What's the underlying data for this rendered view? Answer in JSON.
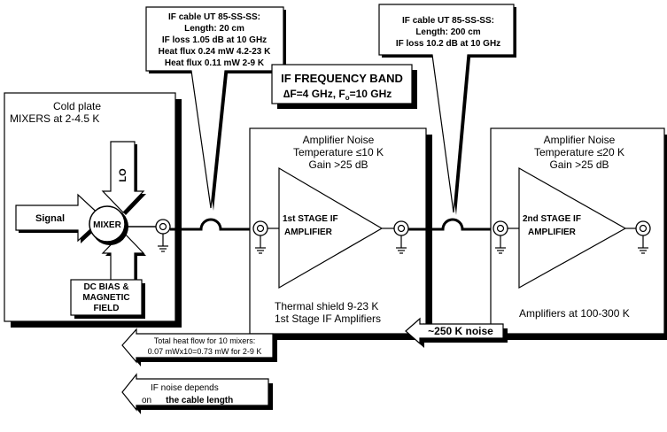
{
  "cold_plate": {
    "title_line1": "Cold plate",
    "title_line2": "MIXERS at 2-4.5 K",
    "lo_label": "LO",
    "signal_label": "Signal",
    "mixer_label": "MIXER",
    "bias_line1": "DC BIAS &",
    "bias_line2": "MAGNETIC",
    "bias_line3": "FIELD"
  },
  "cable1": {
    "line1": "IF cable UT 85-SS-SS:",
    "line2": "Length: 20 cm",
    "line3": "IF loss 1.05 dB at 10 GHz",
    "line4": "Heat flux 0.24 mW 4.2-23 K",
    "line5": "Heat flux 0.11 mW 2-9 K"
  },
  "cable2": {
    "line1": "IF cable UT 85-SS-SS:",
    "line2": "Length: 200 cm",
    "line3": "IF loss 10.2 dB at 10 GHz"
  },
  "band": {
    "title": "IF FREQUENCY BAND",
    "delta": "∆F=4 GHz, F",
    "sub": "o",
    "tail": "=10 GHz"
  },
  "stage1": {
    "noise_line1": "Amplifier Noise",
    "noise_line2": "Temperature ≤10 K",
    "gain": "Gain >25 dB",
    "amp_line1": "1st STAGE IF",
    "amp_line2": "AMPLIFIER",
    "shield_line1": "Thermal shield 9-23 K",
    "shield_line2": "1st Stage IF Amplifiers"
  },
  "stage2": {
    "noise_line1": "Amplifier Noise",
    "noise_line2": "Temperature ≤20 K",
    "gain": "Gain >25 dB",
    "amp_line1": "2nd STAGE IF",
    "amp_line2": "AMPLIFIER",
    "temp": "Amplifiers at 100-300 K"
  },
  "noise_arrow": "~250 K noise",
  "heat_flow": {
    "line1": "Total heat flow for 10 mixers:",
    "line2": "0.07 mWx10=0.73 mW for 2-9 K"
  },
  "if_noise": {
    "line1": "IF noise depends",
    "line2_a": "on",
    "line2_b": "the cable length"
  }
}
